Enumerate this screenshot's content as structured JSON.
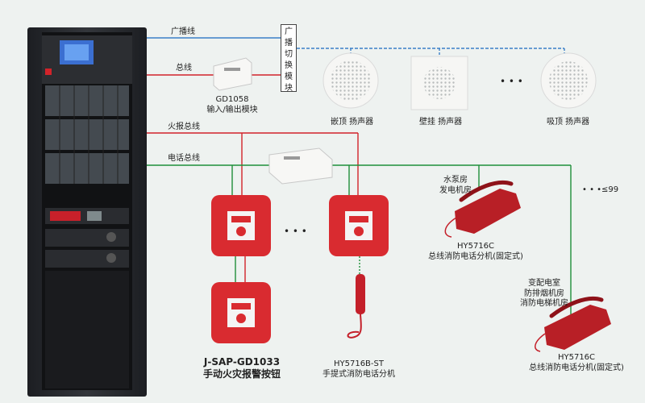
{
  "lines": {
    "broadcast": "广播线",
    "bus": "总线",
    "fire_alarm_bus": "火报总线",
    "telephone_bus": "电话总线"
  },
  "switch_module_chars": [
    "广",
    "播",
    "切",
    "换",
    "模",
    "块"
  ],
  "io_module": {
    "model": "GD1058",
    "name": "输入/输出模块"
  },
  "speakers": {
    "ceiling_embedded": "嵌顶 扬声器",
    "wall_mounted": "壁挂 扬声器",
    "ceiling_suspended": "吸顶 扬声器"
  },
  "ellipsis": "• • •",
  "phone_top": {
    "location_line1": "水泵房",
    "location_line2": "发电机房",
    "model": "HY5716C",
    "name": "总线消防电话分机(固定式)"
  },
  "phone_bottom": {
    "location_line1": "变配电室",
    "location_line2": "防排烟机房",
    "location_line3": "消防电梯机房",
    "model": "HY5716C",
    "name": "总线消防电话分机(固定式)"
  },
  "count_note": "• • •≤99",
  "alarm_button": {
    "model": "J-SAP-GD1033",
    "name": "手动火灾报警按钮"
  },
  "portable_phone": {
    "model": "HY5716B-ST",
    "name": "手提式消防电话分机"
  },
  "colors": {
    "broadcast_line": "#3a7fc8",
    "bus_line": "#d2232a",
    "telephone_line": "#1f8f3a",
    "device_red": "#d92b30",
    "cabinet": "#2a2c30"
  }
}
